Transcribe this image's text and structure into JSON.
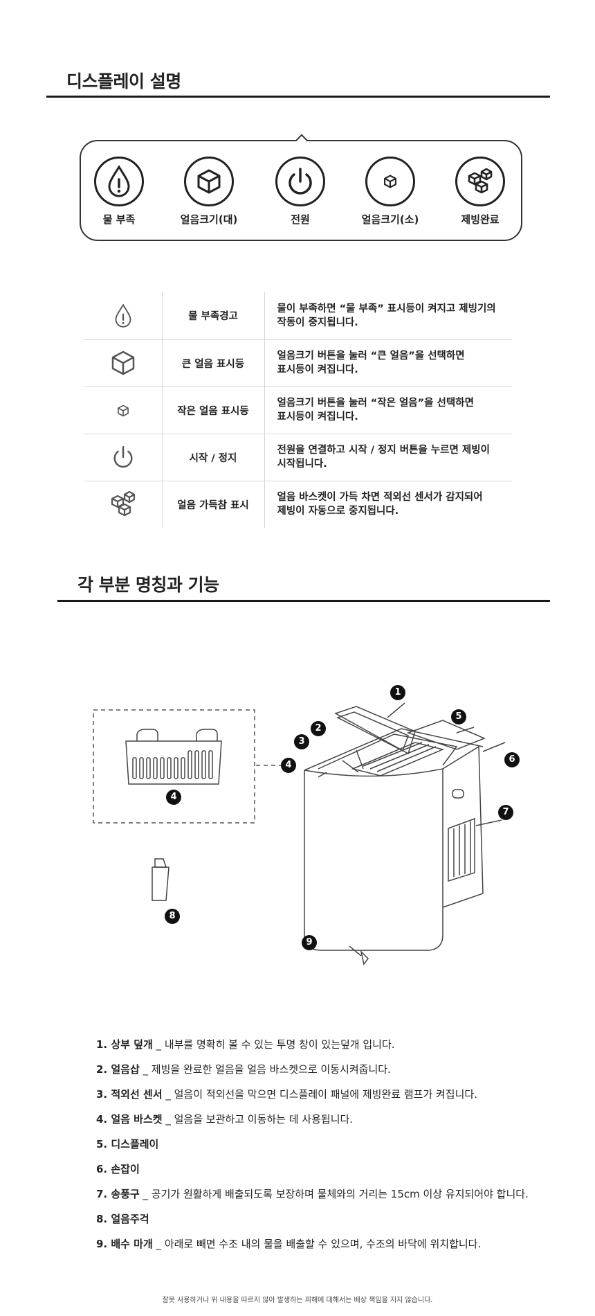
{
  "display_section": {
    "title": "디스플레이 설명",
    "panel_items": [
      {
        "icon": "water-drop-icon",
        "label": "물 부족"
      },
      {
        "icon": "large-cube-icon",
        "label": "얼음크기(대)"
      },
      {
        "icon": "power-icon",
        "label": "전원"
      },
      {
        "icon": "small-cube-icon",
        "label": "얼음크기(소)"
      },
      {
        "icon": "ice-cubes-icon",
        "label": "제빙완료"
      }
    ],
    "legend": [
      {
        "icon": "water-drop-icon",
        "name": "물 부족경고",
        "desc1": "물이 부족하면 “물 부족” 표시등이 켜지고 제빙기의",
        "desc2": "작동이 중지됩니다."
      },
      {
        "icon": "large-cube-icon",
        "name": "큰 얼음 표시등",
        "desc1": "얼음크기 버튼을 눌러 “큰 얼음”을 선택하면",
        "desc2": "표시등이 켜집니다."
      },
      {
        "icon": "small-cube-icon",
        "name": "작은 얼음 표시등",
        "desc1": "얼음크기 버튼을 눌러 “작은 얼음”을 선택하면",
        "desc2": "표시등이 켜집니다."
      },
      {
        "icon": "power-icon",
        "name": "시작 / 정지",
        "desc1": "전원을 연결하고 시작 / 정지 버튼을 누르면 제빙이",
        "desc2": "시작됩니다."
      },
      {
        "icon": "ice-cubes-icon",
        "name": "얼음 가득참 표시",
        "desc1": "얼음 바스켓이 가득 차면 적외선 센서가 감지되어",
        "desc2": "제빙이 자동으로 중지됩니다."
      }
    ]
  },
  "parts_section": {
    "title": "각 부분 명칭과 기능",
    "callouts": [
      "1",
      "2",
      "3",
      "4",
      "5",
      "6",
      "7",
      "8",
      "9"
    ],
    "basket_callout": "4",
    "scoop_callout": "8",
    "parts": [
      {
        "term": "1. 상부 덮개",
        "desc": " _ 내부를 명확히 볼 수 있는 투명 창이 있는덮개 입니다."
      },
      {
        "term": "2. 얼음삽",
        "desc": " _ 제빙을 완료한 얼음을 얼음 바스켓으로 이동시켜줍니다."
      },
      {
        "term": "3. 적외선 센서",
        "desc": " _ 얼음이 적외선을 막으면 디스플레이 패널에 제빙완료 램프가 켜집니다."
      },
      {
        "term": "4. 얼음 바스켓",
        "desc": " _ 얼음을 보관하고 이동하는 데 사용됩니다."
      },
      {
        "term": "5. 디스플레이",
        "desc": ""
      },
      {
        "term": "6. 손잡이",
        "desc": ""
      },
      {
        "term": "7. 송풍구",
        "desc": " _ 공기가 원활하게 배출되도록 보장하며 물체와의 거리는 15cm 이상 유지되어야 합니다."
      },
      {
        "term": "8. 얼음주걱",
        "desc": ""
      },
      {
        "term": "9. 배수 마개",
        "desc": " _ 아래로 빼면 수조 내의 물을 배출할 수 있으며, 수조의 바닥에 위치합니다."
      }
    ]
  },
  "footer": {
    "note": "잘못 사용하거나 위 내용을 따르지 않아 발생하는 피해에 대해서는 배상 책임을 지지 않습니다."
  }
}
